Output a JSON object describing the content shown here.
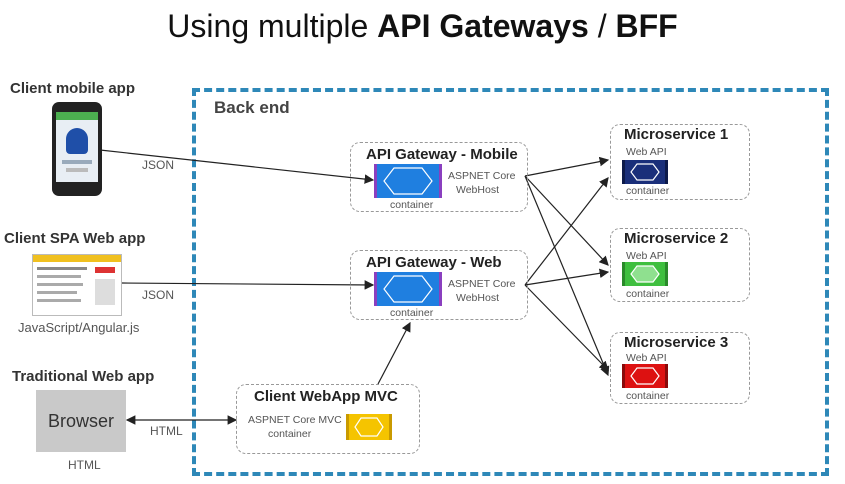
{
  "title": {
    "prefix": "Using multiple ",
    "bold1": "API Gateways",
    "sep": " / ",
    "bold2": "BFF"
  },
  "backend": {
    "label": "Back end"
  },
  "clients": {
    "mobile": {
      "label": "Client mobile app"
    },
    "spa": {
      "label": "Client SPA Web app",
      "sublabel": "JavaScript/Angular.js"
    },
    "traditional": {
      "label": "Traditional Web app",
      "browser": "Browser",
      "sublabel": "HTML"
    }
  },
  "edges": {
    "json1": "JSON",
    "json2": "JSON",
    "html": "HTML"
  },
  "gateways": {
    "mobile": {
      "title": "API Gateway - Mobile",
      "tech1": "ASPNET Core",
      "tech2": "WebHost",
      "container": "container"
    },
    "web": {
      "title": "API Gateway - Web",
      "tech1": "ASPNET Core",
      "tech2": "WebHost",
      "container": "container"
    }
  },
  "mvc": {
    "title": "Client WebApp MVC",
    "tech1": "ASPNET Core MVC",
    "container": "container"
  },
  "microservices": [
    {
      "title": "Microservice 1",
      "api": "Web API",
      "container": "container",
      "color": "#1a2f7a"
    },
    {
      "title": "Microservice 2",
      "api": "Web API",
      "container": "container",
      "color": "#3fbf3f"
    },
    {
      "title": "Microservice 3",
      "api": "Web API",
      "container": "container",
      "color": "#dd1111"
    }
  ],
  "colors": {
    "gateway": "#1f7fe0",
    "gateway_edge": "#8a3fbf",
    "mvc": "#f5c400",
    "backend_border": "#2e88b8"
  }
}
